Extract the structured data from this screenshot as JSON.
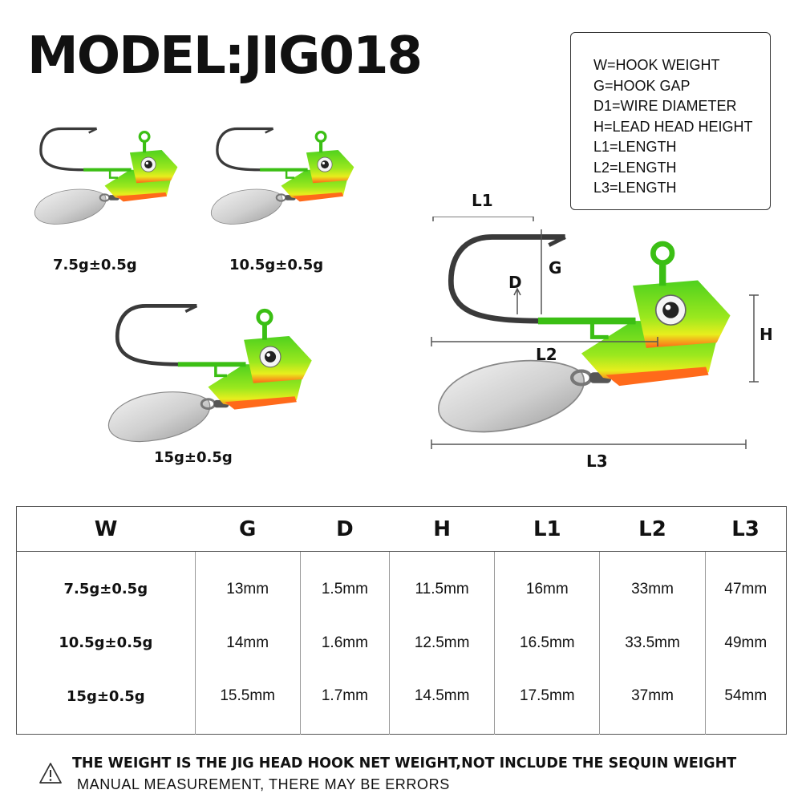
{
  "title": "MODEL:JIG018",
  "legend": [
    "W=HOOK WEIGHT",
    "G=HOOK GAP",
    "D1=WIRE DIAMETER",
    "H=LEAD HEAD HEIGHT",
    "L1=LENGTH",
    "L2=LENGTH",
    "L3=LENGTH"
  ],
  "products": [
    {
      "weight_label": "7.5g±0.5g"
    },
    {
      "weight_label": "10.5g±0.5g"
    },
    {
      "weight_label": "15g±0.5g"
    }
  ],
  "diagram": {
    "l1": "L1",
    "g": "G",
    "d": "D",
    "h": "H",
    "l2": "L2",
    "l3": "L3"
  },
  "colors": {
    "head_green": "#5fd622",
    "head_yellow": "#e6ef1e",
    "head_orange": "#ff6a1a",
    "hook": "#3a3a3a",
    "blade": "#d8d8d8"
  },
  "table": {
    "headers": [
      "W",
      "G",
      "D",
      "H",
      "L1",
      "L2",
      "L3"
    ],
    "rows": [
      [
        "7.5g±0.5g",
        "13mm",
        "1.5mm",
        "11.5mm",
        "16mm",
        "33mm",
        "47mm"
      ],
      [
        "10.5g±0.5g",
        "14mm",
        "1.6mm",
        "12.5mm",
        "16.5mm",
        "33.5mm",
        "49mm"
      ],
      [
        "15g±0.5g",
        "15.5mm",
        "1.7mm",
        "14.5mm",
        "17.5mm",
        "37mm",
        "54mm"
      ]
    ]
  },
  "notice": {
    "icon": "warning-icon",
    "line1": "THE WEIGHT IS THE JIG HEAD HOOK NET WEIGHT,NOT INCLUDE THE SEQUIN WEIGHT",
    "line2": "MANUAL MEASUREMENT, THERE MAY BE ERRORS"
  }
}
